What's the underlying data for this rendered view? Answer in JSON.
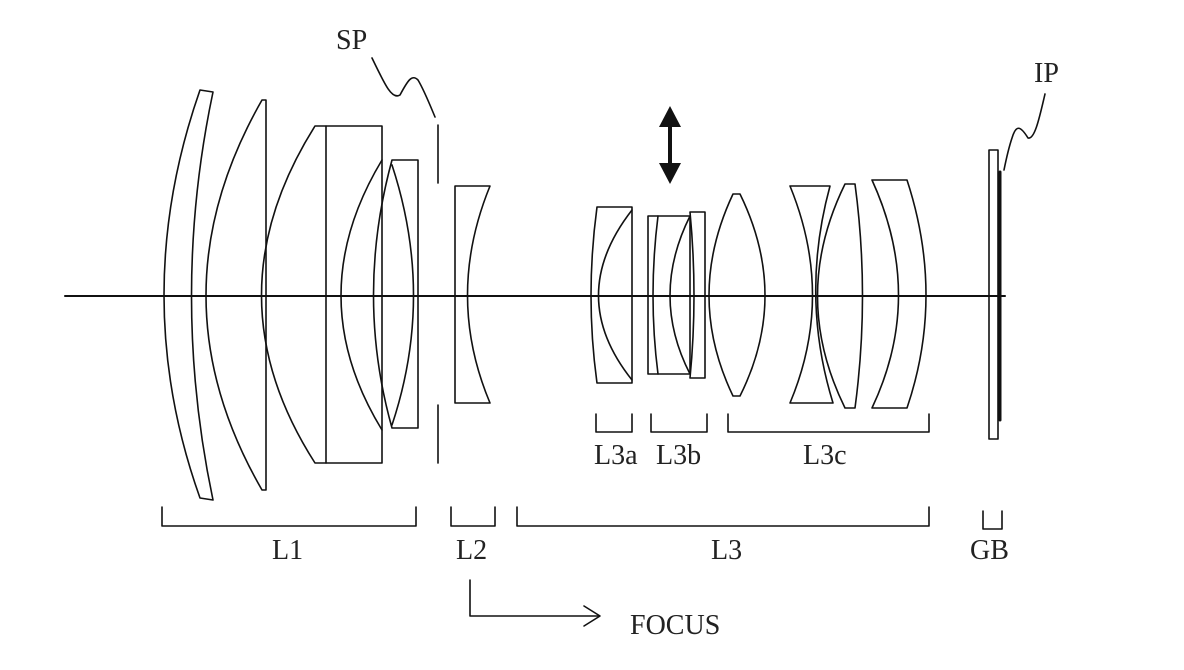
{
  "labels": {
    "sp": "SP",
    "ip": "IP",
    "l3a": "L3a",
    "l3b": "L3b",
    "l3c": "L3c",
    "l1": "L1",
    "l2": "L2",
    "l3": "L3",
    "gb": "GB",
    "focus": "FOCUS"
  }
}
